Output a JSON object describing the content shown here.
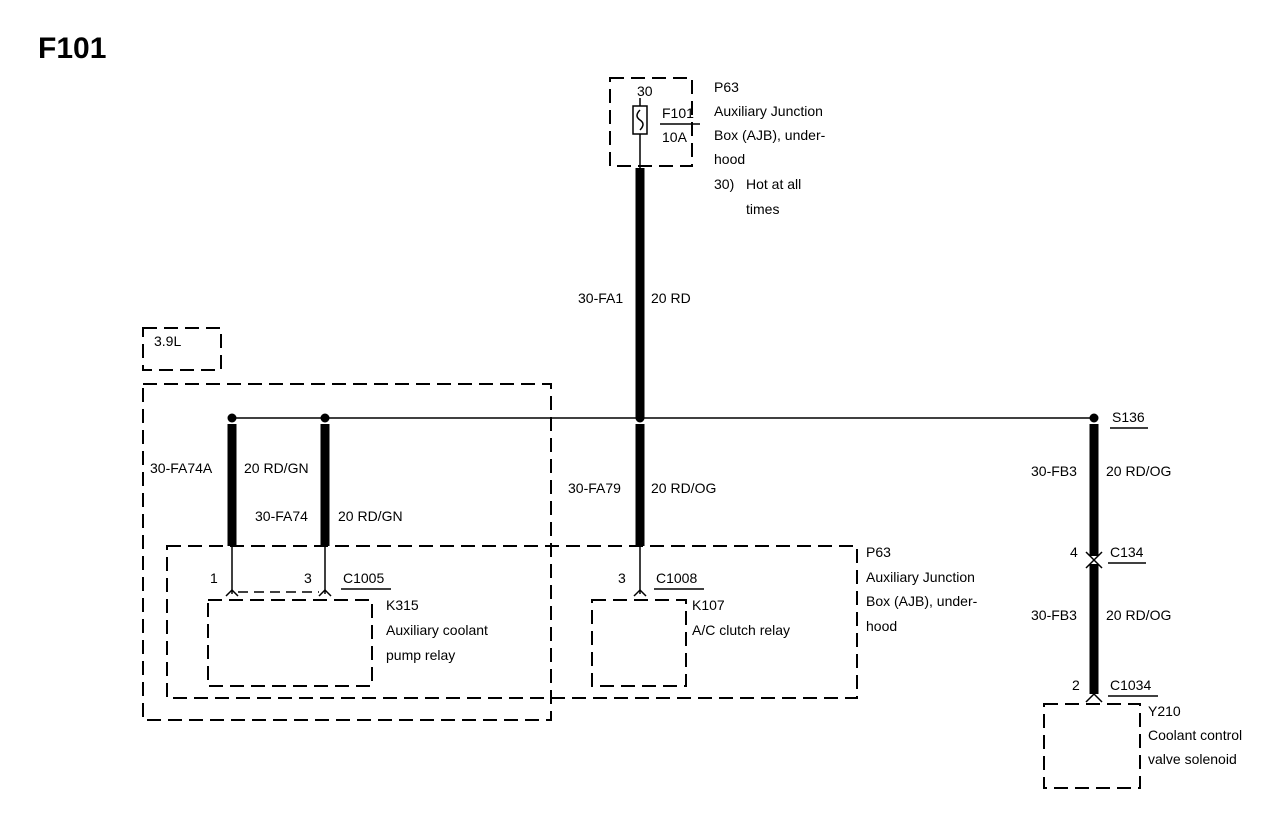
{
  "title": "F101",
  "fuse_box_top": {
    "pin": "30",
    "fuse": "F101",
    "rating": "10A",
    "connector": "P63",
    "name_lines": [
      "Auxiliary Junction",
      "Box (AJB), under-",
      "hood"
    ],
    "note_num": "30)",
    "note_lines": [
      "Hot at all",
      "times"
    ]
  },
  "engine_label": "3.9L",
  "wires": {
    "main": {
      "circuit": "30-FA1",
      "gauge_color": "20 RD"
    },
    "fa74a": {
      "circuit": "30-FA74A",
      "gauge_color": "20 RD/GN"
    },
    "fa74": {
      "circuit": "30-FA74",
      "gauge_color": "20 RD/GN"
    },
    "fa79": {
      "circuit": "30-FA79",
      "gauge_color": "20 RD/OG"
    },
    "fb3_upper": {
      "circuit": "30-FB3",
      "gauge_color": "20 RD/OG"
    },
    "fb3_lower": {
      "circuit": "30-FB3",
      "gauge_color": "20 RD/OG"
    }
  },
  "splice": "S136",
  "ajb_lower": {
    "connector": "P63",
    "name_lines": [
      "Auxiliary Junction",
      "Box (AJB), under-",
      "hood"
    ]
  },
  "relay_k315": {
    "pin_a": "1",
    "pin_b": "3",
    "connector": "C1005",
    "id": "K315",
    "name_lines": [
      "Auxiliary coolant",
      "pump relay"
    ]
  },
  "relay_k107": {
    "pin": "3",
    "connector": "C1008",
    "id": "K107",
    "name_lines": [
      "A/C clutch relay"
    ]
  },
  "c134": {
    "pin": "4",
    "connector": "C134"
  },
  "c1034": {
    "pin": "2",
    "connector": "C1034"
  },
  "solenoid": {
    "id": "Y210",
    "name_lines": [
      "Coolant control",
      "valve solenoid"
    ]
  }
}
